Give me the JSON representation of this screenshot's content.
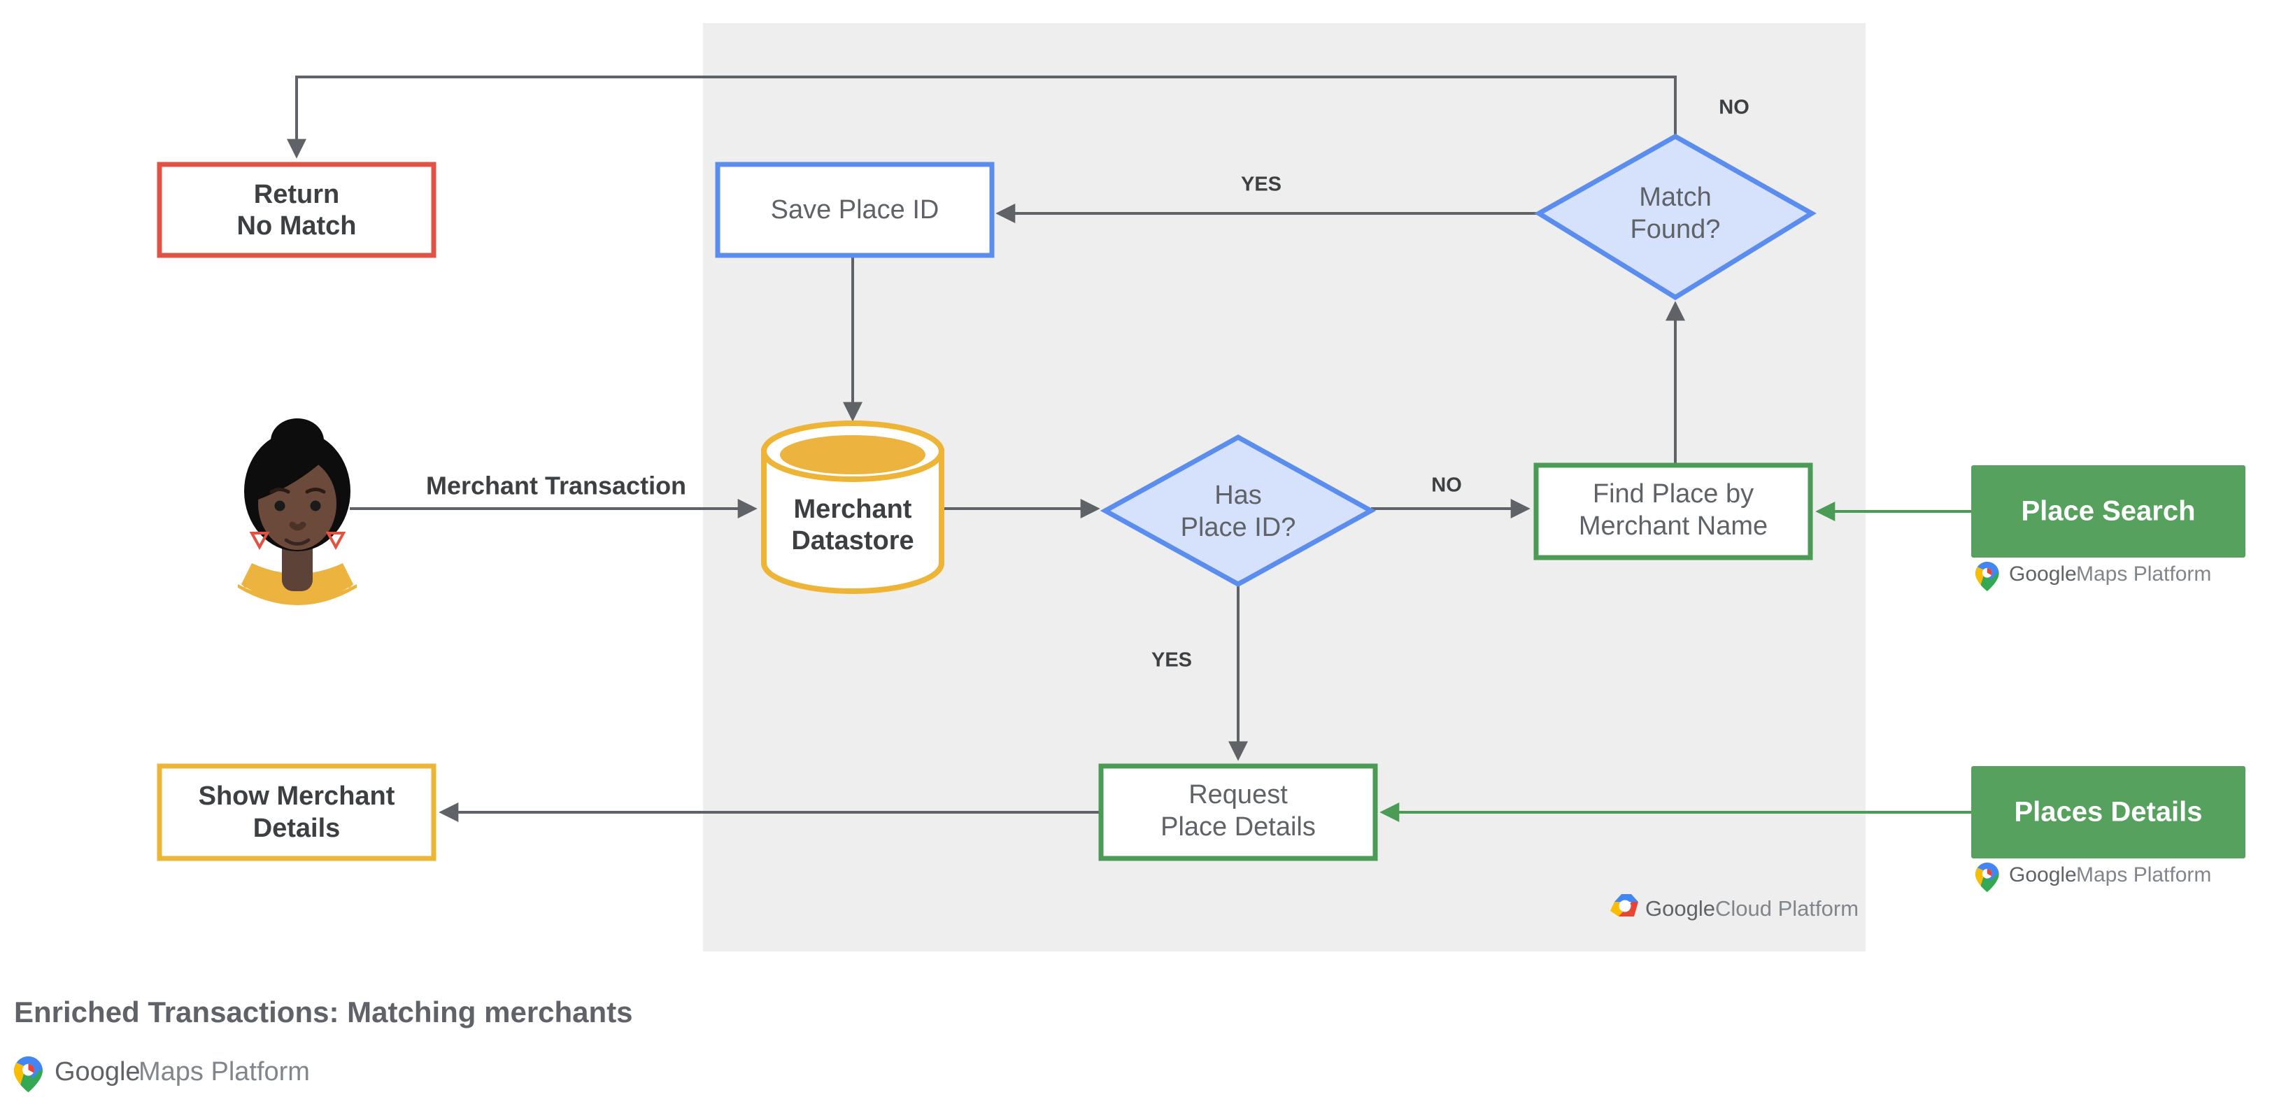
{
  "diagram": {
    "caption": "Enriched Transactions: Matching merchants",
    "container_label": "google-cloud-platform-region",
    "colors": {
      "container_bg": "#eeeeee",
      "blue_border": "#5b8def",
      "blue_fill": "#d6e2fb",
      "green_border": "#4a9b55",
      "green_fill": "#57a15f",
      "red_border": "#e05243",
      "amber_border": "#eeb436",
      "amber_fill": "#edb33f",
      "line": "#5f6368",
      "text": "#5f6368",
      "text_dark": "#3c4043"
    },
    "nodes": {
      "return_no_match": {
        "line1": "Return",
        "line2": "No Match"
      },
      "save_place_id": {
        "line1": "Save Place ID"
      },
      "match_found": {
        "line1": "Match",
        "line2": "Found?"
      },
      "merchant_datastore": {
        "line1": "Merchant",
        "line2": "Datastore"
      },
      "has_place_id": {
        "line1": "Has",
        "line2": "Place ID?"
      },
      "find_place": {
        "line1": "Find Place by",
        "line2": "Merchant Name"
      },
      "request_place_details": {
        "line1": "Request",
        "line2": "Place Details"
      },
      "show_merchant_details": {
        "line1": "Show Merchant",
        "line2": "Details"
      },
      "place_search_button": {
        "label": "Place Search"
      },
      "places_details_button": {
        "label": "Places Details"
      }
    },
    "edge_labels": {
      "merchant_transaction": "Merchant Transaction",
      "yes_match": "YES",
      "no_match": "NO",
      "no_place_id": "NO",
      "yes_place_id": "YES"
    },
    "logos": {
      "maps_platform_google": "Google",
      "maps_platform_rest": "Maps Platform",
      "cloud_platform_google": "Google",
      "cloud_platform_rest": "Cloud Platform"
    }
  }
}
